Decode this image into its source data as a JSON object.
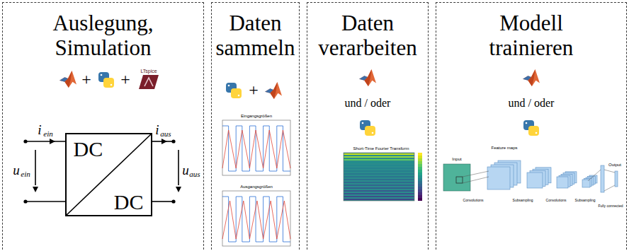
{
  "diagram": {
    "nodes": [
      {
        "text": [
          "Auslegung, Simulation"
        ]
      },
      {
        "text": [
          "DC",
          "DC"
        ],
        "in": 0
      },
      {
        "text": [
          "Daten sammeln"
        ]
      },
      {
        "text": [
          "Daten verarbeiten"
        ]
      },
      {
        "text": [
          "Modell trainieren"
        ]
      }
    ],
    "labels": [
      "+",
      "+",
      "LTspice",
      "i",
      "ein",
      "u",
      "ein",
      "i",
      "aus",
      "u",
      "aus",
      "+",
      "Eingangsgrößen",
      "Ausgangsgrößen",
      "und / oder",
      "Short-Time Fourier Transform",
      "und / oder",
      "Input",
      "Feature maps",
      "Convolutions",
      "Subsampling",
      "Convolutions",
      "Subsampling",
      "Fully connected",
      "Output"
    ]
  }
}
